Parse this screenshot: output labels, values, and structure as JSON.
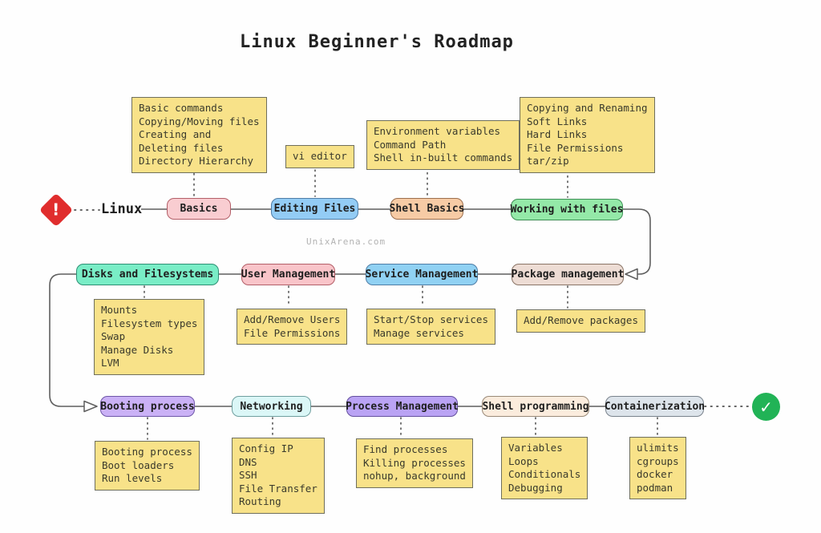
{
  "title": "Linux Beginner's Roadmap",
  "watermark": "UnixArena.com",
  "start": {
    "label": "Linux",
    "icon_glyph": "!"
  },
  "end": {
    "icon_glyph": "✓"
  },
  "nodes": {
    "basics": "Basics",
    "editing_files": "Editing Files",
    "shell_basics": "Shell Basics",
    "working_with_files": "Working with files",
    "disks_and_filesystems": "Disks and Filesystems",
    "user_management": "User Management",
    "service_management": "Service Management",
    "package_management": "Package management",
    "booting_process": "Booting process",
    "networking": "Networking",
    "process_management": "Process Management",
    "shell_programming": "Shell programming",
    "containerization": "Containerization"
  },
  "notes": {
    "basics": "Basic commands\nCopying/Moving files\nCreating and\nDeleting files\nDirectory Hierarchy",
    "editing_files": "vi editor",
    "shell_basics": "Environment variables\nCommand Path\nShell in-built commands",
    "working_with_files": "Copying and Renaming\nSoft Links\nHard Links\nFile Permissions\ntar/zip",
    "disks_and_filesystems": "Mounts\nFilesystem types\nSwap\nManage Disks\nLVM",
    "user_management": "Add/Remove Users\nFile Permissions",
    "service_management": "Start/Stop services\nManage services",
    "package_management": "Add/Remove packages",
    "booting_process": "Booting process\nBoot loaders\nRun levels",
    "networking": "Config IP\nDNS\nSSH\nFile Transfer\nRouting",
    "process_management": "Find processes\nKilling processes\nnohup, background",
    "shell_programming": "Variables\nLoops\nConditionals\nDebugging",
    "containerization": "ulimits\ncgroups\ndocker\npodman"
  },
  "colors": {
    "note_bg": "#f8e289",
    "connector": "#5f5f5f",
    "alert_red": "#e02d2d",
    "check_green": "#21b356",
    "pink": "#f9cdd1",
    "blue": "#93ccf5",
    "peach": "#f7cba5",
    "green": "#94e9a8",
    "mint": "#79edc6",
    "beige": "#eddcd4",
    "purple": "#cab1f6",
    "cyan": "#dbf7f7",
    "cream": "#fbecdd",
    "gray": "#dde4eb"
  }
}
